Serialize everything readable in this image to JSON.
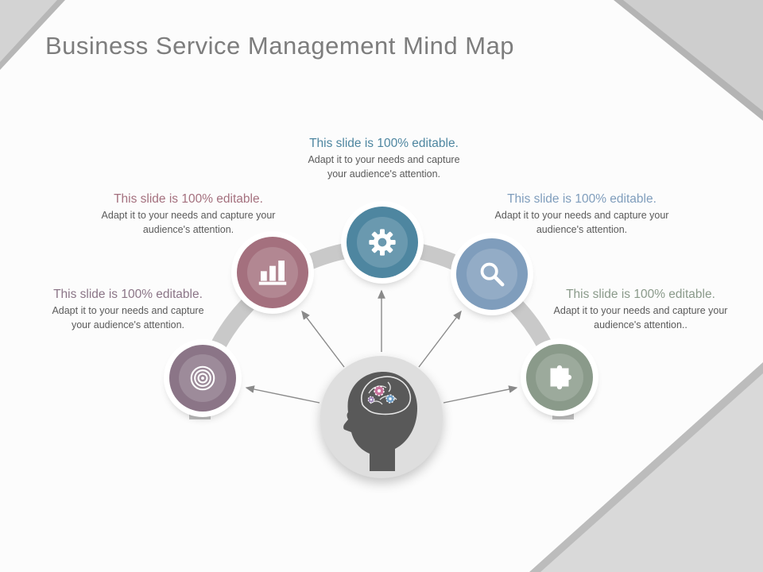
{
  "slide": {
    "title": "Business Service Management Mind Map"
  },
  "blocks": {
    "top": {
      "heading": "This slide is 100% editable.",
      "body": "Adapt it to your needs and capture your audience's attention.",
      "color": "#4e86a0"
    },
    "upper_left": {
      "heading": "This slide is 100% editable.",
      "body": "Adapt it to your needs and capture your audience's attention.",
      "color": "#a4707e"
    },
    "upper_right": {
      "heading": "This slide is 100% editable.",
      "body": "Adapt it to your needs and capture your audience's attention.",
      "color": "#7f9dbc"
    },
    "left": {
      "heading": "This slide is 100% editable.",
      "body": "Adapt it to your needs and capture your audience's attention.",
      "color": "#8b7587"
    },
    "right": {
      "heading": "This slide is 100% editable.",
      "body": "Adapt it to your needs and capture your audience's attention..",
      "color": "#8a9a8a"
    }
  },
  "nodes": {
    "gear": {
      "color": "#4e86a0",
      "icon": "gear-icon"
    },
    "bar_chart": {
      "color": "#a4707e",
      "icon": "bar-chart-icon"
    },
    "search": {
      "color": "#7f9dbc",
      "icon": "search-icon"
    },
    "target": {
      "color": "#8b7587",
      "icon": "target-icon"
    },
    "puzzle": {
      "color": "#8a9a8a",
      "icon": "puzzle-icon"
    }
  },
  "decor": {
    "arc_color": "#c9c9c9",
    "arrow_color": "#8a8a8a",
    "head_circle_color": "#dedede",
    "head_color": "#595959"
  }
}
